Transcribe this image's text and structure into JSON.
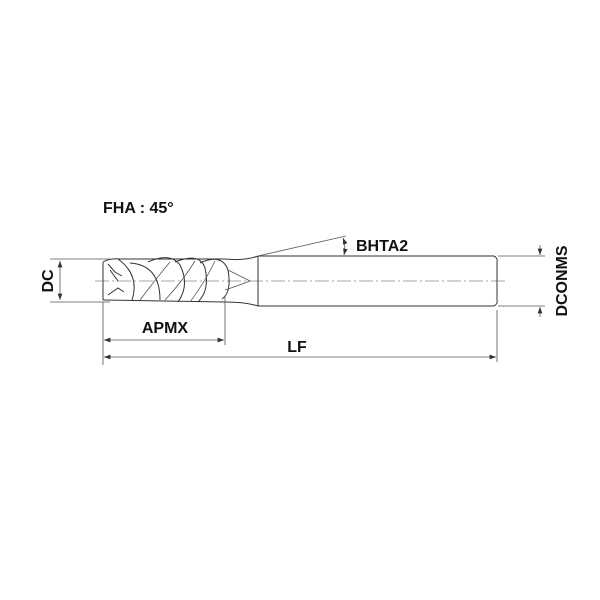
{
  "title": "End mill dimension drawing",
  "labels": {
    "fha": "FHA : 45°",
    "bhta2": "BHTA2",
    "dc": "DC",
    "dconms": "DCONMS",
    "apmx": "APMX",
    "lf": "LF"
  },
  "colors": {
    "line": "#333333",
    "text": "#111111",
    "centerline": "#888888"
  }
}
